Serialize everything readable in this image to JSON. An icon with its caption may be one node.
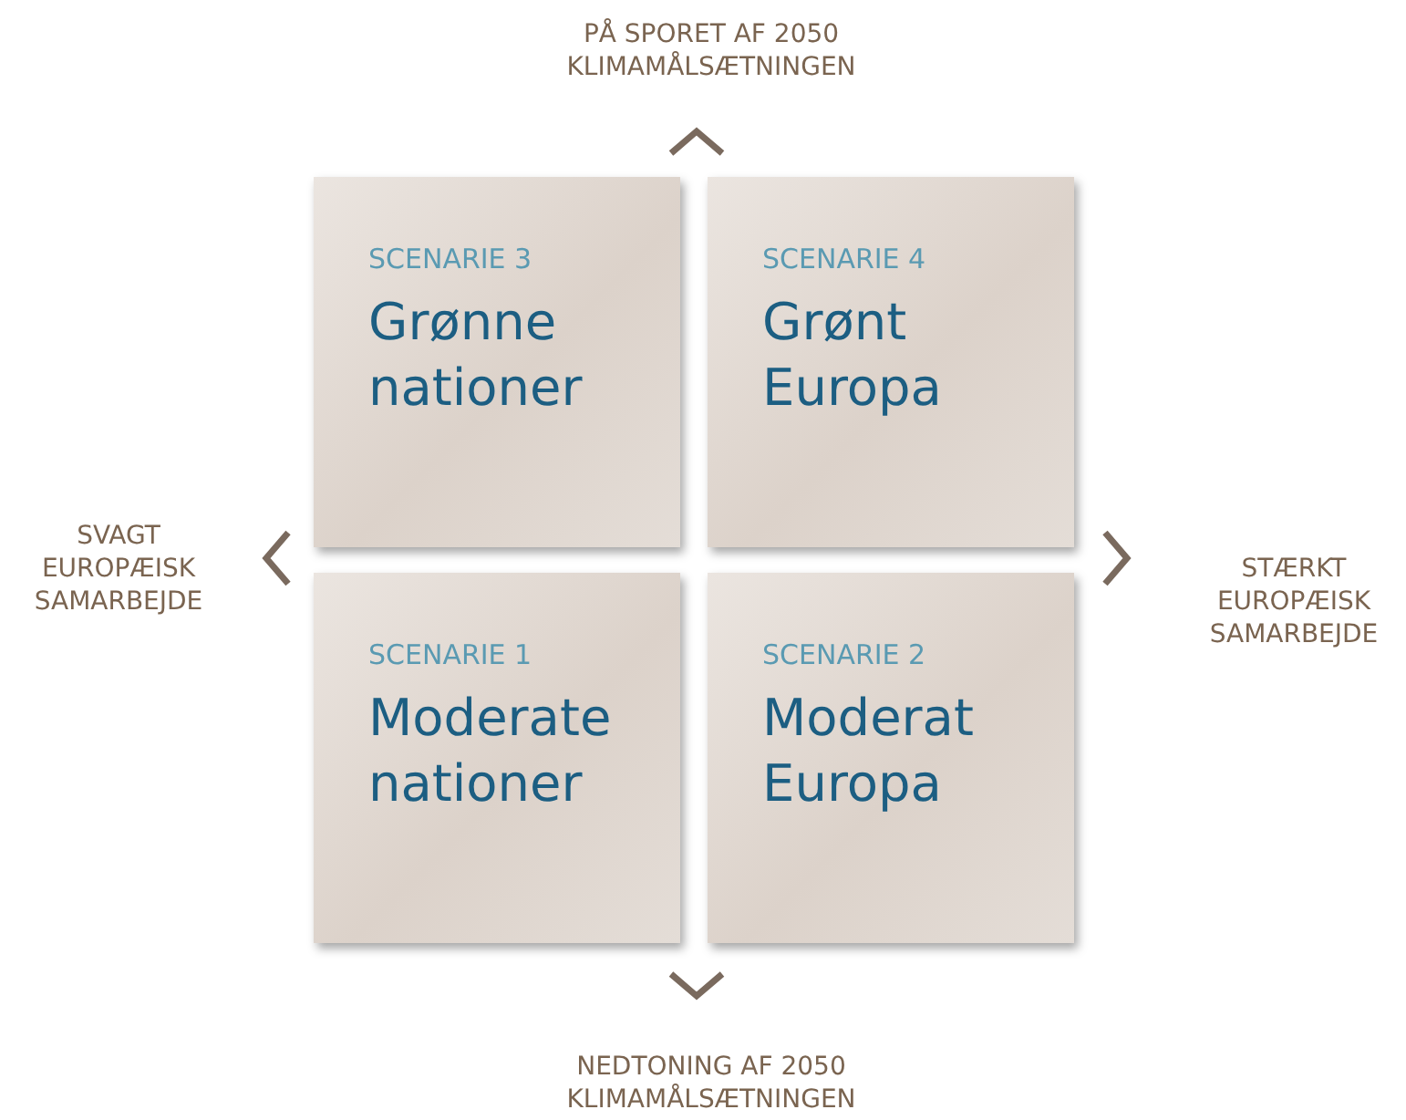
{
  "diagram": {
    "nodes": [
      {
        "text": [
          "SCENARIE 3",
          "Grønne nationer"
        ]
      },
      {
        "text": [
          "SCENARIE 4",
          "Grønt Europa"
        ]
      },
      {
        "text": [
          "SCENARIE 1",
          "Moderate nationer"
        ]
      },
      {
        "text": [
          "SCENARIE 2",
          "Moderat Europa"
        ]
      }
    ],
    "labels": [
      "PÅ SPORET AF 2050 KLIMAMÅLSÆTNINGEN",
      "SVAGT EUROPÆISK SAMARBEJDE",
      "STÆRKT EUROPÆISK SAMARBEJDE",
      "NEDTONING AF 2050 KLIMAMÅLSÆTNINGEN"
    ]
  }
}
